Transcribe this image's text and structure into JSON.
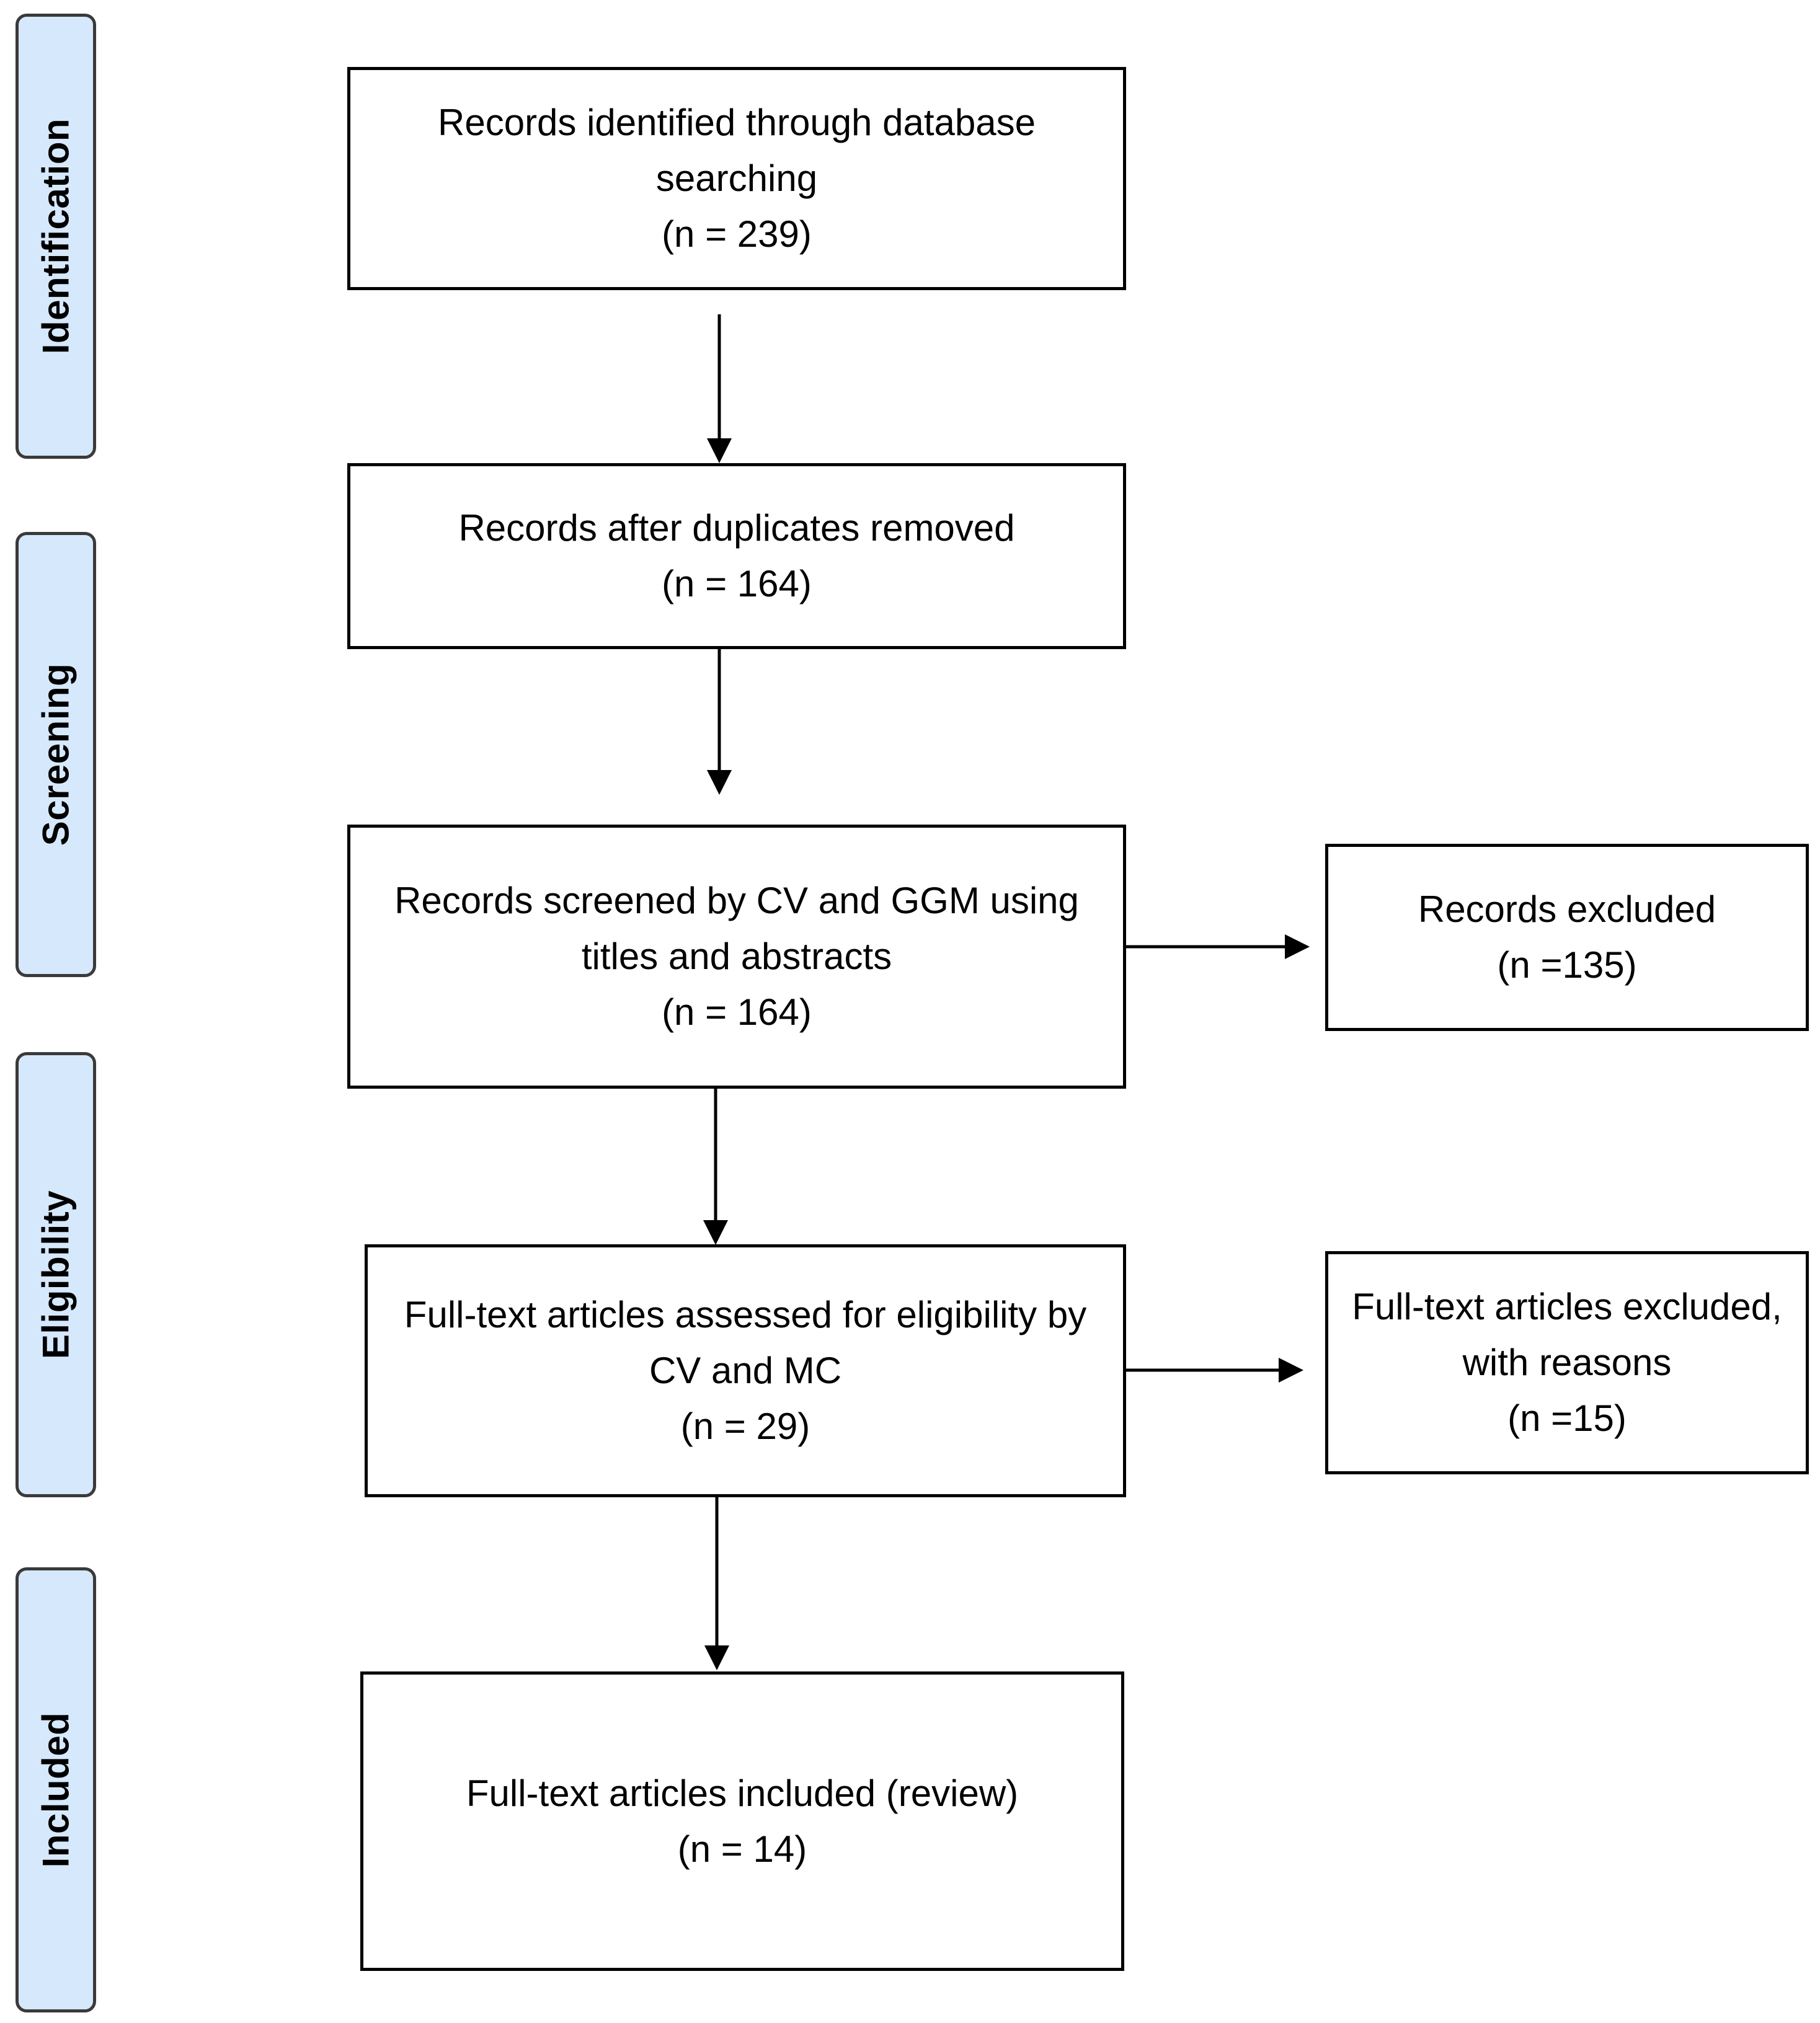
{
  "stages": {
    "identification": "Identification",
    "screening": "Screening",
    "eligibility": "Eligibility",
    "included": "Included"
  },
  "boxes": {
    "identified": {
      "text": "Records identified through database searching",
      "count": "(n = 239)"
    },
    "deduplicated": {
      "text": "Records after duplicates removed",
      "count": "(n = 164)"
    },
    "screened": {
      "text": "Records screened by CV and GGM using titles and abstracts",
      "count": "(n = 164)"
    },
    "excluded": {
      "text": "Records excluded",
      "count": "(n =135)"
    },
    "assessed": {
      "text": "Full-text articles assessed for eligibility by CV and MC",
      "count": "(n = 29)"
    },
    "fulltext_excluded": {
      "text": "Full-text articles excluded, with reasons",
      "count": "(n =15)"
    },
    "included": {
      "text": "Full-text articles included (review)",
      "count": "(n = 14)"
    }
  },
  "colors": {
    "stage_fill": "#d6e8fb",
    "stage_border": "#3a3a3a",
    "box_border": "#000000",
    "arrow": "#000000"
  }
}
